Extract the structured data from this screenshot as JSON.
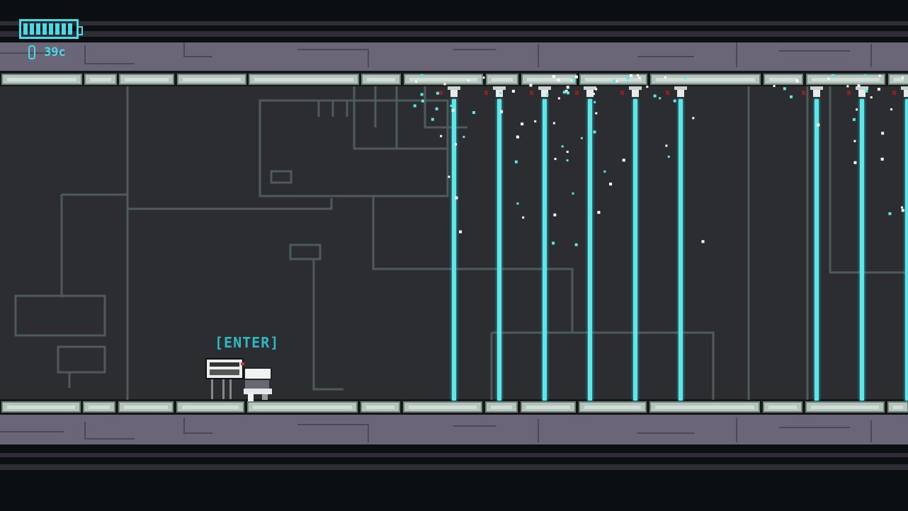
{
  "hud": {
    "battery_cells_filled": 8,
    "battery_cells_total": 8,
    "currency": "39c",
    "currency_icon": "gem-icon"
  },
  "world": {
    "interact_prompt": "[ENTER]"
  },
  "colors": {
    "background": "#2b2d31",
    "wall_band": "#6b6677",
    "laser": "#5fe6ea",
    "hud_accent": "#47dbe7"
  }
}
